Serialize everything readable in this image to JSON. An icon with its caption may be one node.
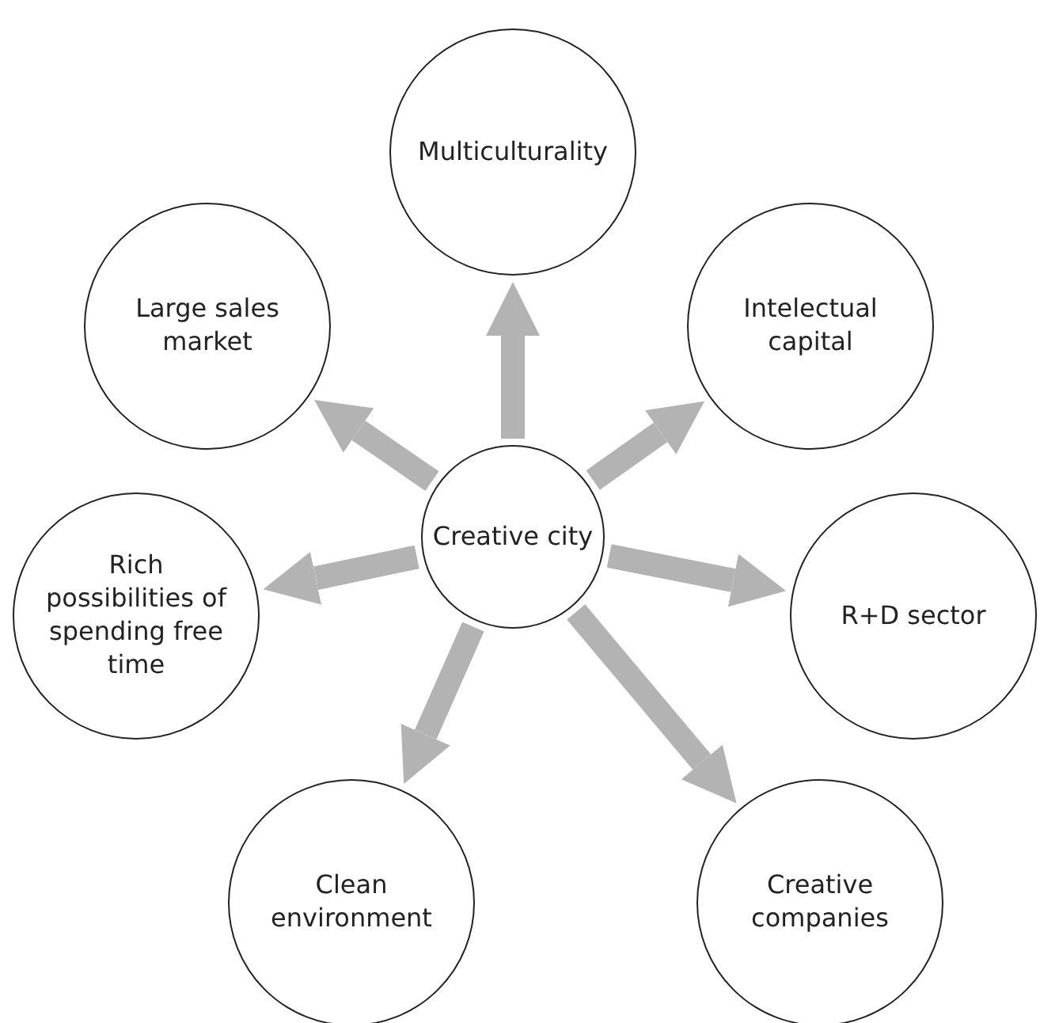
{
  "diagram": {
    "nodes": [
      {
        "text": [
          "Creative city"
        ]
      },
      {
        "text": [
          "Multiculturality"
        ]
      },
      {
        "text": [
          "Intelectual capital"
        ]
      },
      {
        "text": [
          "R+D sector"
        ]
      },
      {
        "text": [
          "Creative companies"
        ]
      },
      {
        "text": [
          "Clean environment"
        ]
      },
      {
        "text": [
          "Rich possibilities of spending free time"
        ]
      },
      {
        "text": [
          "Large sales market"
        ]
      }
    ],
    "edges": [
      {
        "from": 0,
        "to": 1,
        "arrow": "to"
      },
      {
        "from": 0,
        "to": 2,
        "arrow": "to"
      },
      {
        "from": 0,
        "to": 3,
        "arrow": "to"
      },
      {
        "from": 0,
        "to": 4,
        "arrow": "to"
      },
      {
        "from": 0,
        "to": 5,
        "arrow": "to"
      },
      {
        "from": 0,
        "to": 6,
        "arrow": "to"
      },
      {
        "from": 0,
        "to": 7,
        "arrow": "to"
      }
    ]
  }
}
